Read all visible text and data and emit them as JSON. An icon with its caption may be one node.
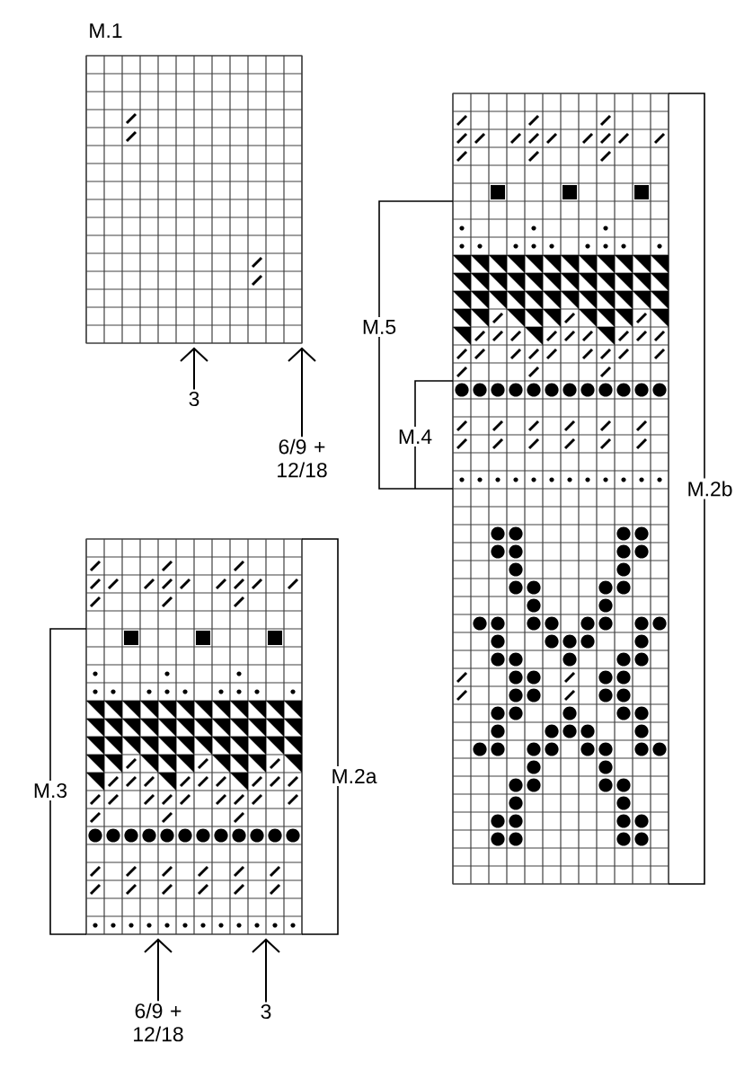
{
  "diagram": {
    "nodes": [
      {
        "text": [
          "M.1"
        ]
      },
      {
        "text": [
          "3"
        ]
      },
      {
        "text": [
          "6/9 + 12/18"
        ]
      },
      {
        "text": [],
        "shape": "grid"
      },
      {
        "text": [
          "6/9 + 12/18"
        ]
      },
      {
        "text": [
          "3"
        ]
      }
    ],
    "edges": [
      {
        "from": 1,
        "to": 0,
        "arrow": "to"
      },
      {
        "from": 2,
        "to": 0,
        "arrow": "to"
      },
      {
        "from": 4,
        "to": 3,
        "arrow": "to"
      },
      {
        "from": 5,
        "to": 3,
        "arrow": "to"
      }
    ],
    "labels": [
      "M.5",
      "M.4",
      "M.2b",
      "M.3",
      "M.2a"
    ]
  }
}
